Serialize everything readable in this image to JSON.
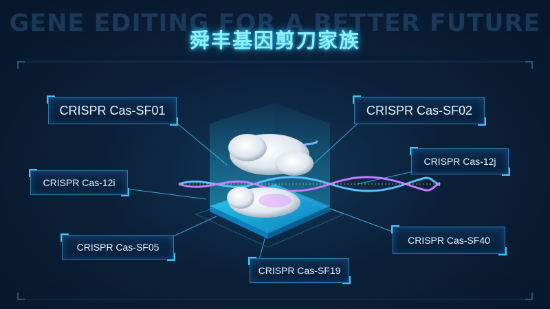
{
  "background_text": "GENE EDITING FOR A BETTER FUTURE",
  "title": "舜丰基因剪刀家族",
  "labels": {
    "sf01": "CRISPR Cas-SF01",
    "sf02": "CRISPR Cas-SF02",
    "cas12i": "CRISPR Cas-12i",
    "cas12j": "CRISPR Cas-12j",
    "sf05": "CRISPR Cas-SF05",
    "sf19": "CRISPR Cas-SF19",
    "sf40": "CRISPR Cas-SF40"
  },
  "colors": {
    "accent": "#3fd7ff",
    "title": "#8ff1ff",
    "label_border": "#2f78b0",
    "background": "#0b2038"
  },
  "icons": [
    "protein-dna-complex-illustration",
    "dna-double-helix",
    "glowing-platform"
  ]
}
